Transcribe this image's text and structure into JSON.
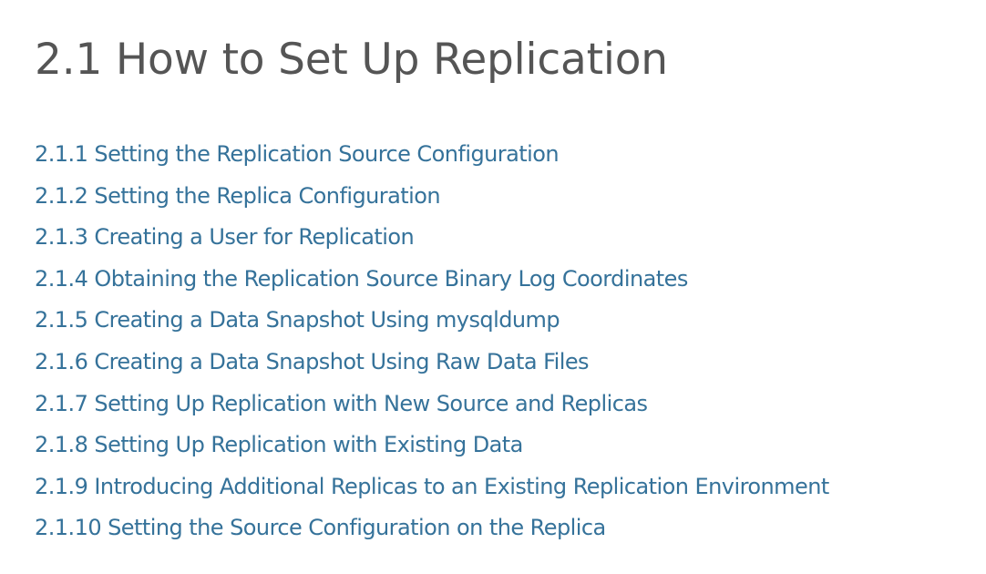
{
  "section": {
    "title": "2.1 How to Set Up Replication"
  },
  "toc": {
    "items": [
      {
        "label": "2.1.1 Setting the Replication Source Configuration"
      },
      {
        "label": "2.1.2 Setting the Replica Configuration"
      },
      {
        "label": "2.1.3 Creating a User for Replication"
      },
      {
        "label": "2.1.4 Obtaining the Replication Source Binary Log Coordinates"
      },
      {
        "label": "2.1.5 Creating a Data Snapshot Using mysqldump"
      },
      {
        "label": "2.1.6 Creating a Data Snapshot Using Raw Data Files"
      },
      {
        "label": "2.1.7 Setting Up Replication with New Source and Replicas"
      },
      {
        "label": "2.1.8 Setting Up Replication with Existing Data"
      },
      {
        "label": "2.1.9 Introducing Additional Replicas to an Existing Replication Environment"
      },
      {
        "label": "2.1.10 Setting the Source Configuration on the Replica"
      }
    ]
  },
  "colors": {
    "heading": "#555555",
    "link": "#35729a",
    "background": "#ffffff"
  }
}
